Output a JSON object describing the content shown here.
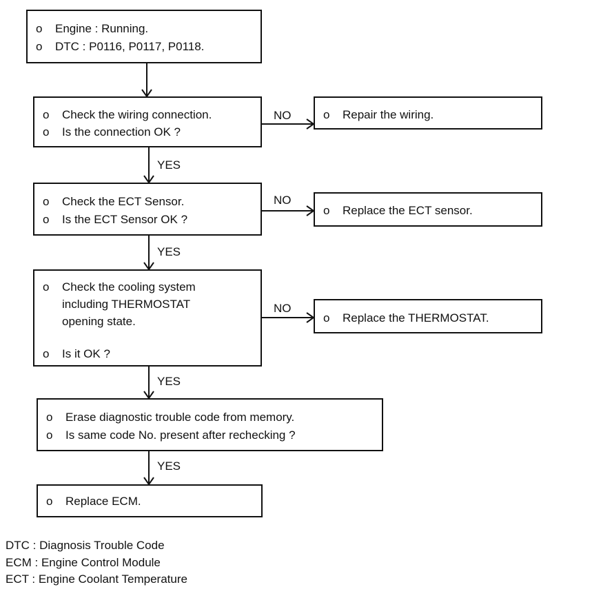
{
  "bullet": "o",
  "boxes": {
    "start": {
      "lines": [
        "Engine : Running.",
        "DTC : P0116, P0117, P0118."
      ]
    },
    "check_wiring": {
      "lines": [
        "Check the wiring connection.",
        "Is the connection OK ?"
      ]
    },
    "repair_wiring": {
      "lines": [
        "Repair the wiring."
      ]
    },
    "check_ect": {
      "lines": [
        "Check the ECT Sensor.",
        "Is the ECT Sensor OK ?"
      ]
    },
    "replace_ect": {
      "lines": [
        "Replace the ECT sensor."
      ]
    },
    "check_cooling": {
      "lines": [
        "Check the cooling system",
        "including THERMOSTAT",
        "opening state.",
        "Is it OK  ?"
      ]
    },
    "replace_thermostat": {
      "lines": [
        "Replace the THERMOSTAT."
      ]
    },
    "erase_dtc": {
      "lines": [
        "Erase diagnostic trouble code from memory.",
        "Is same code No. present after rechecking ?"
      ]
    },
    "replace_ecm": {
      "lines": [
        "Replace ECM."
      ]
    }
  },
  "labels": {
    "no": "NO",
    "yes": "YES"
  },
  "legend": [
    "DTC : Diagnosis Trouble Code",
    "ECM : Engine Control Module",
    "ECT : Engine Coolant Temperature"
  ]
}
